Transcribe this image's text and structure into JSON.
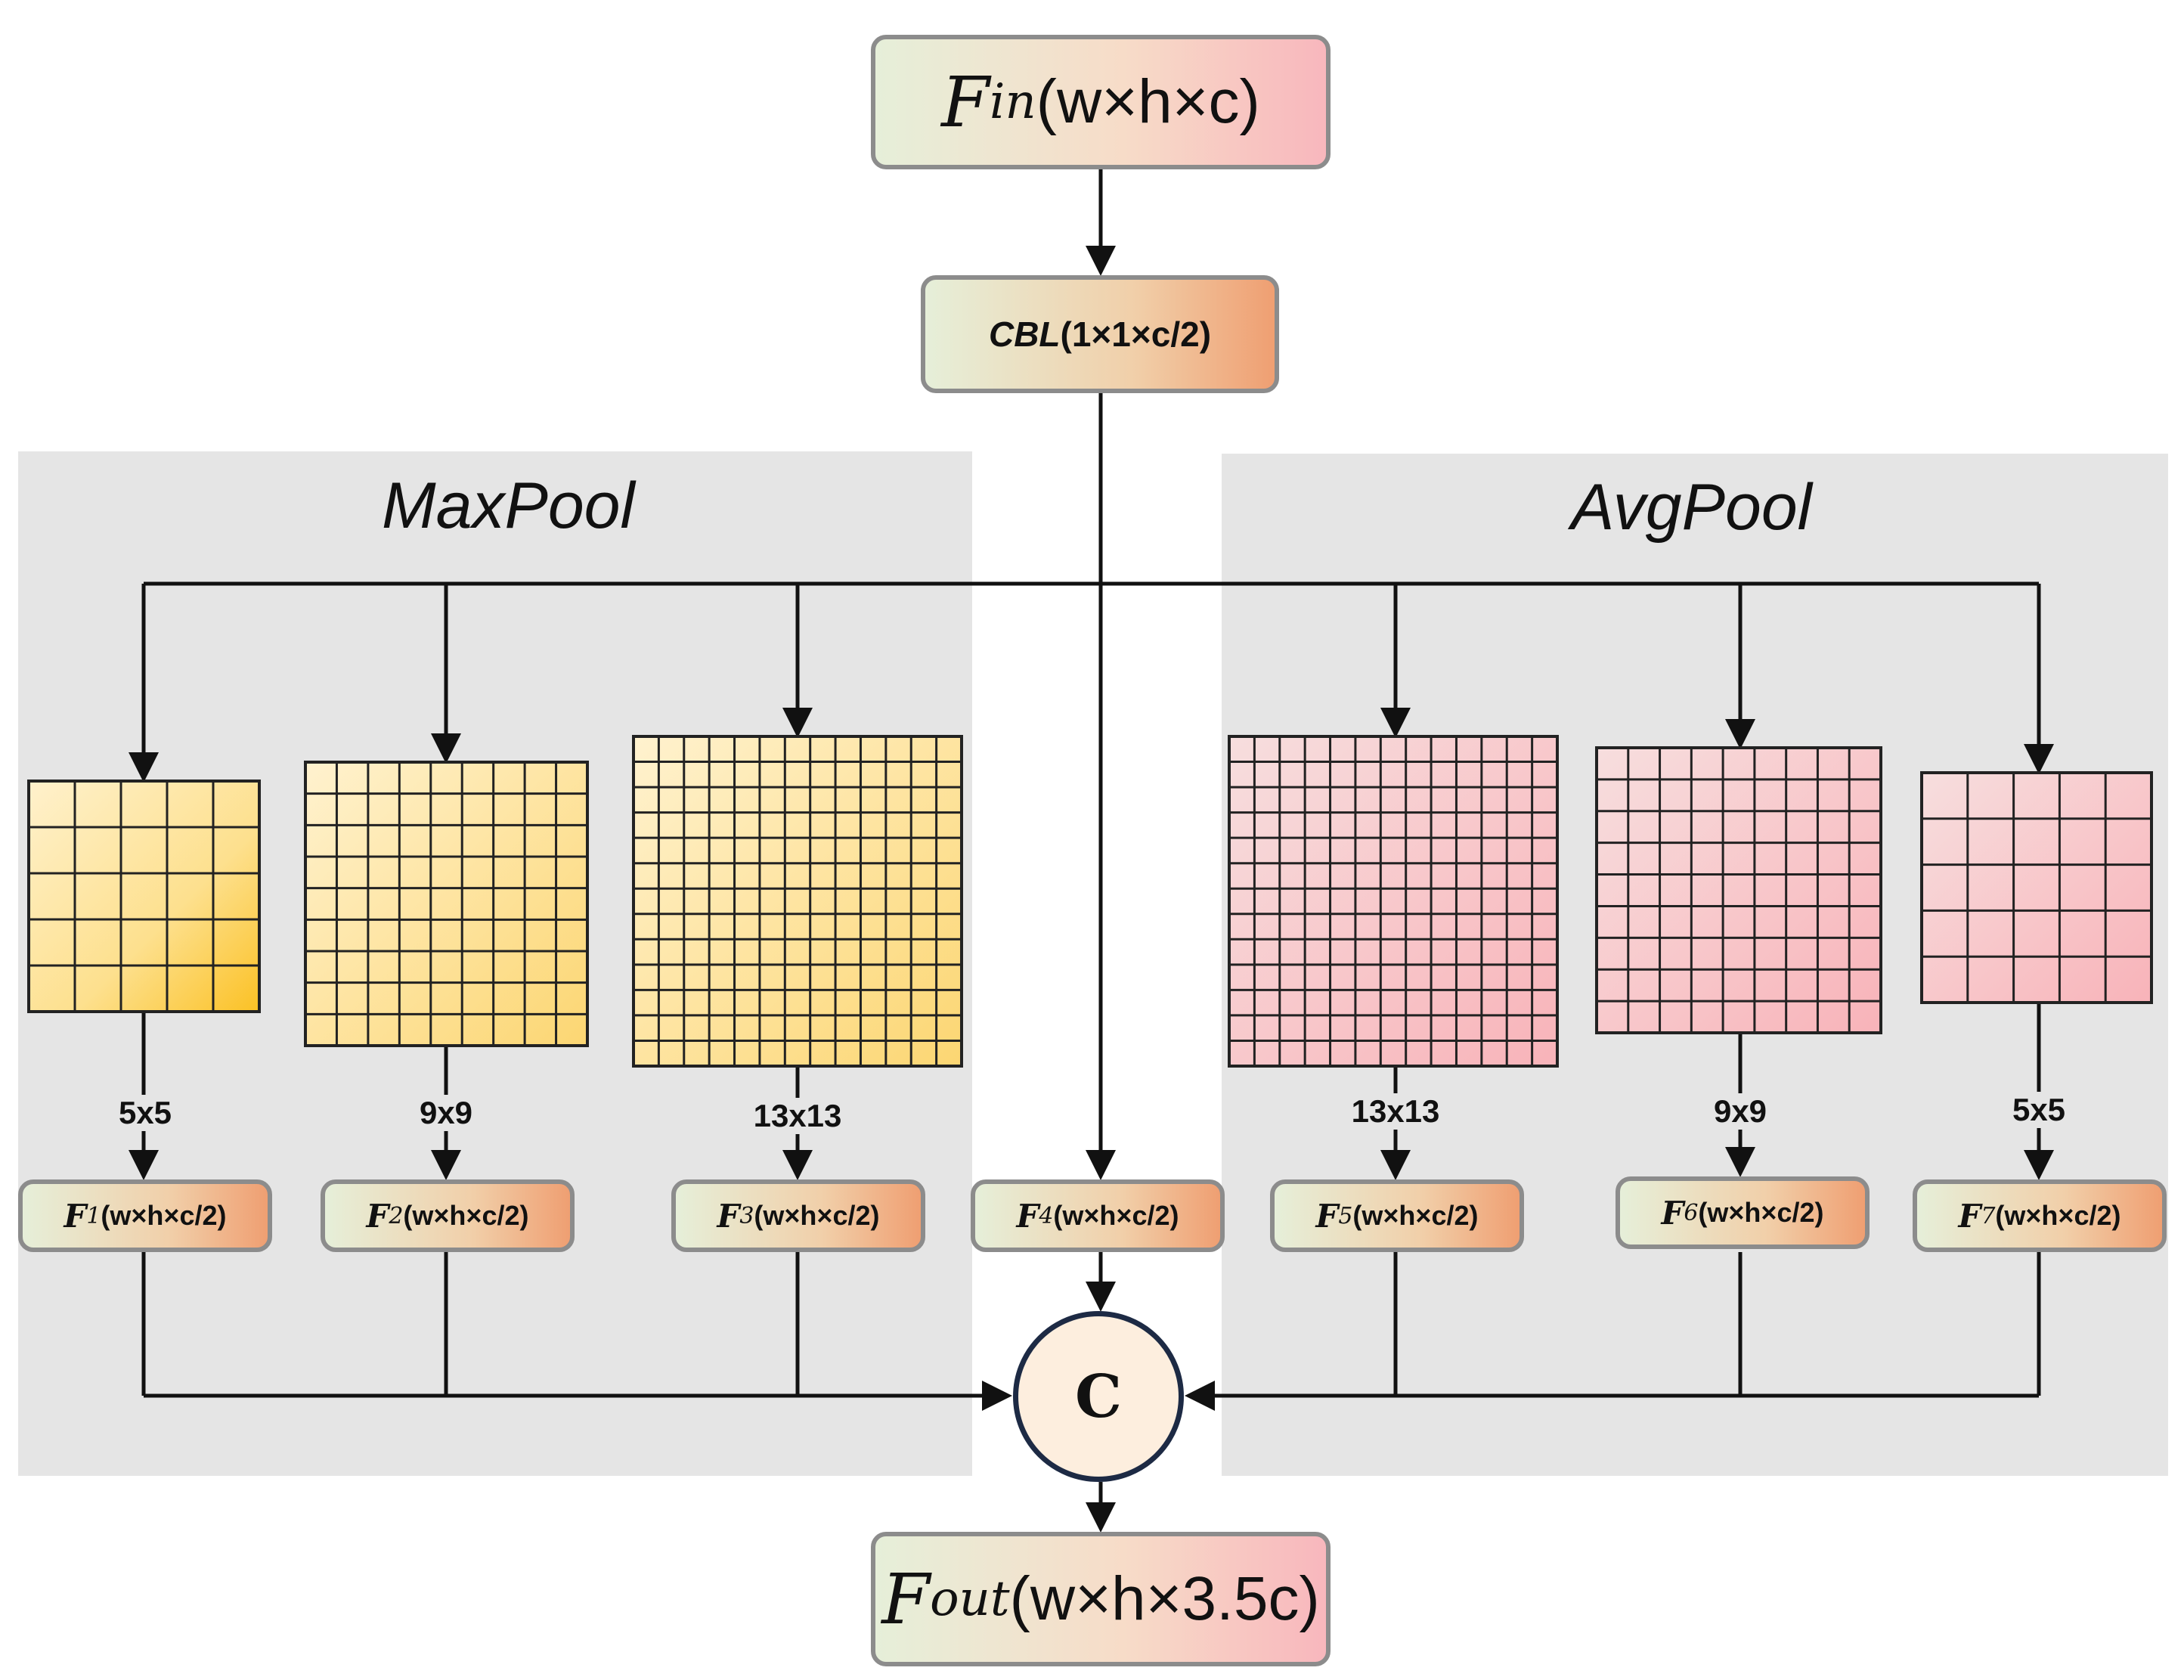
{
  "input": {
    "symbol": "F",
    "sub": "in",
    "dims": "(w×h×c)"
  },
  "cbl": {
    "name": "CBL",
    "dims": "(1×1×c/2)"
  },
  "panels": {
    "maxpool": "MaxPool",
    "avgpool": "AvgPool"
  },
  "grids": [
    {
      "label": "5x5",
      "cells": 5,
      "palette": "yellow"
    },
    {
      "label": "9x9",
      "cells": 9,
      "palette": "yellow"
    },
    {
      "label": "13x13",
      "cells": 13,
      "palette": "yellow"
    },
    {
      "label": "13x13",
      "cells": 13,
      "palette": "pink"
    },
    {
      "label": "9x9",
      "cells": 9,
      "palette": "pink"
    },
    {
      "label": "5x5",
      "cells": 5,
      "palette": "pink"
    }
  ],
  "features": [
    {
      "symbol": "F",
      "sub": "1",
      "dims": "(w×h×c/2)"
    },
    {
      "symbol": "F",
      "sub": "2",
      "dims": "(w×h×c/2)"
    },
    {
      "symbol": "F",
      "sub": "3",
      "dims": "(w×h×c/2)"
    },
    {
      "symbol": "F",
      "sub": "4",
      "dims": "(w×h×c/2)"
    },
    {
      "symbol": "F",
      "sub": "5",
      "dims": "(w×h×c/2)"
    },
    {
      "symbol": "F",
      "sub": "6",
      "dims": "(w×h×c/2)"
    },
    {
      "symbol": "F",
      "sub": "7",
      "dims": "(w×h×c/2)"
    }
  ],
  "concat": {
    "label": "C"
  },
  "output": {
    "symbol": "F",
    "sub": "out",
    "dims": "(w×h×3.5c)"
  }
}
